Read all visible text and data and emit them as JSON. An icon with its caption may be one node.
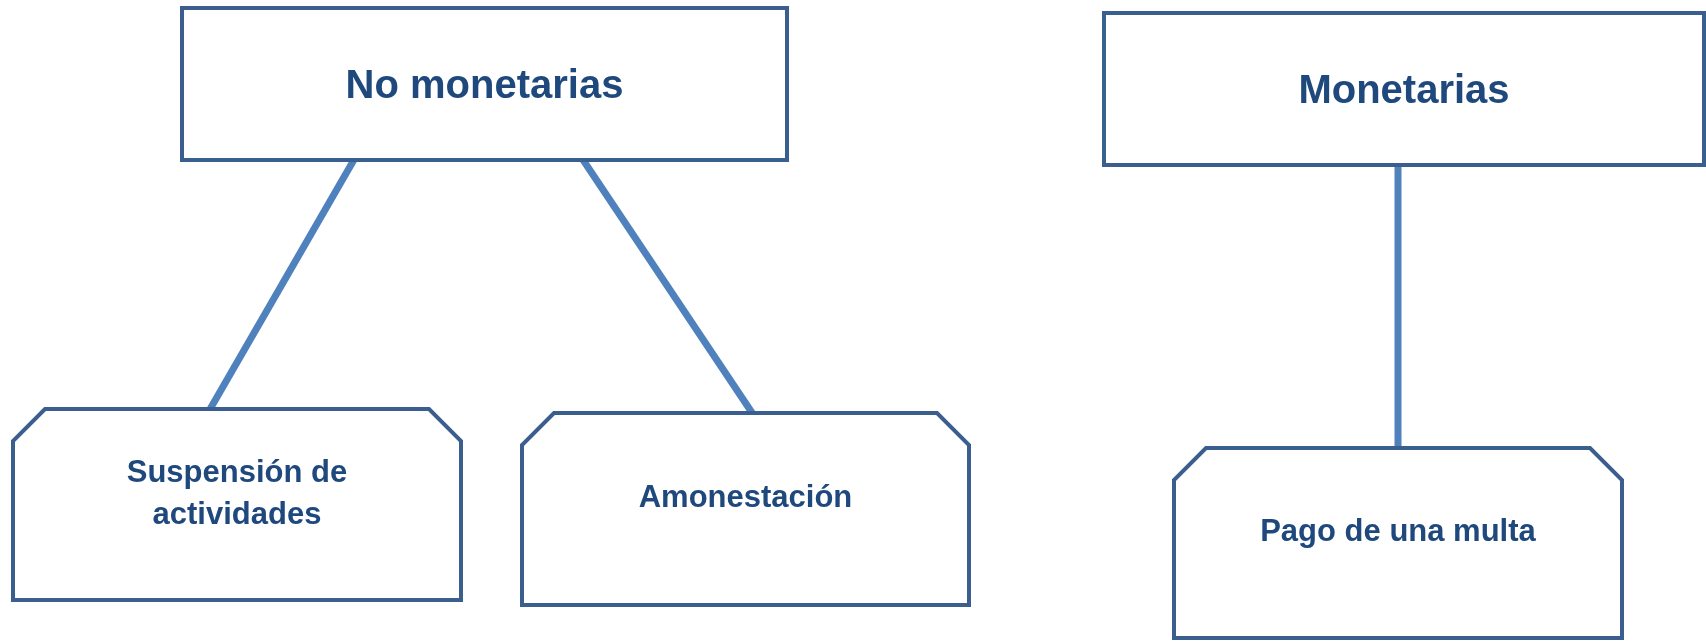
{
  "diagram": {
    "nodes": [
      {
        "text": [
          "No monetarias"
        ]
      },
      {
        "text": [
          "Monetarias"
        ]
      },
      {
        "text": [
          "Suspensión de actividades"
        ]
      },
      {
        "text": [
          "Amonestación"
        ]
      },
      {
        "text": [
          "Pago de una multa"
        ]
      }
    ],
    "edges": [
      {
        "from": 0,
        "to": 2,
        "arrow": "none"
      },
      {
        "from": 0,
        "to": 3,
        "arrow": "none"
      },
      {
        "from": 1,
        "to": 4,
        "arrow": "none"
      }
    ]
  }
}
